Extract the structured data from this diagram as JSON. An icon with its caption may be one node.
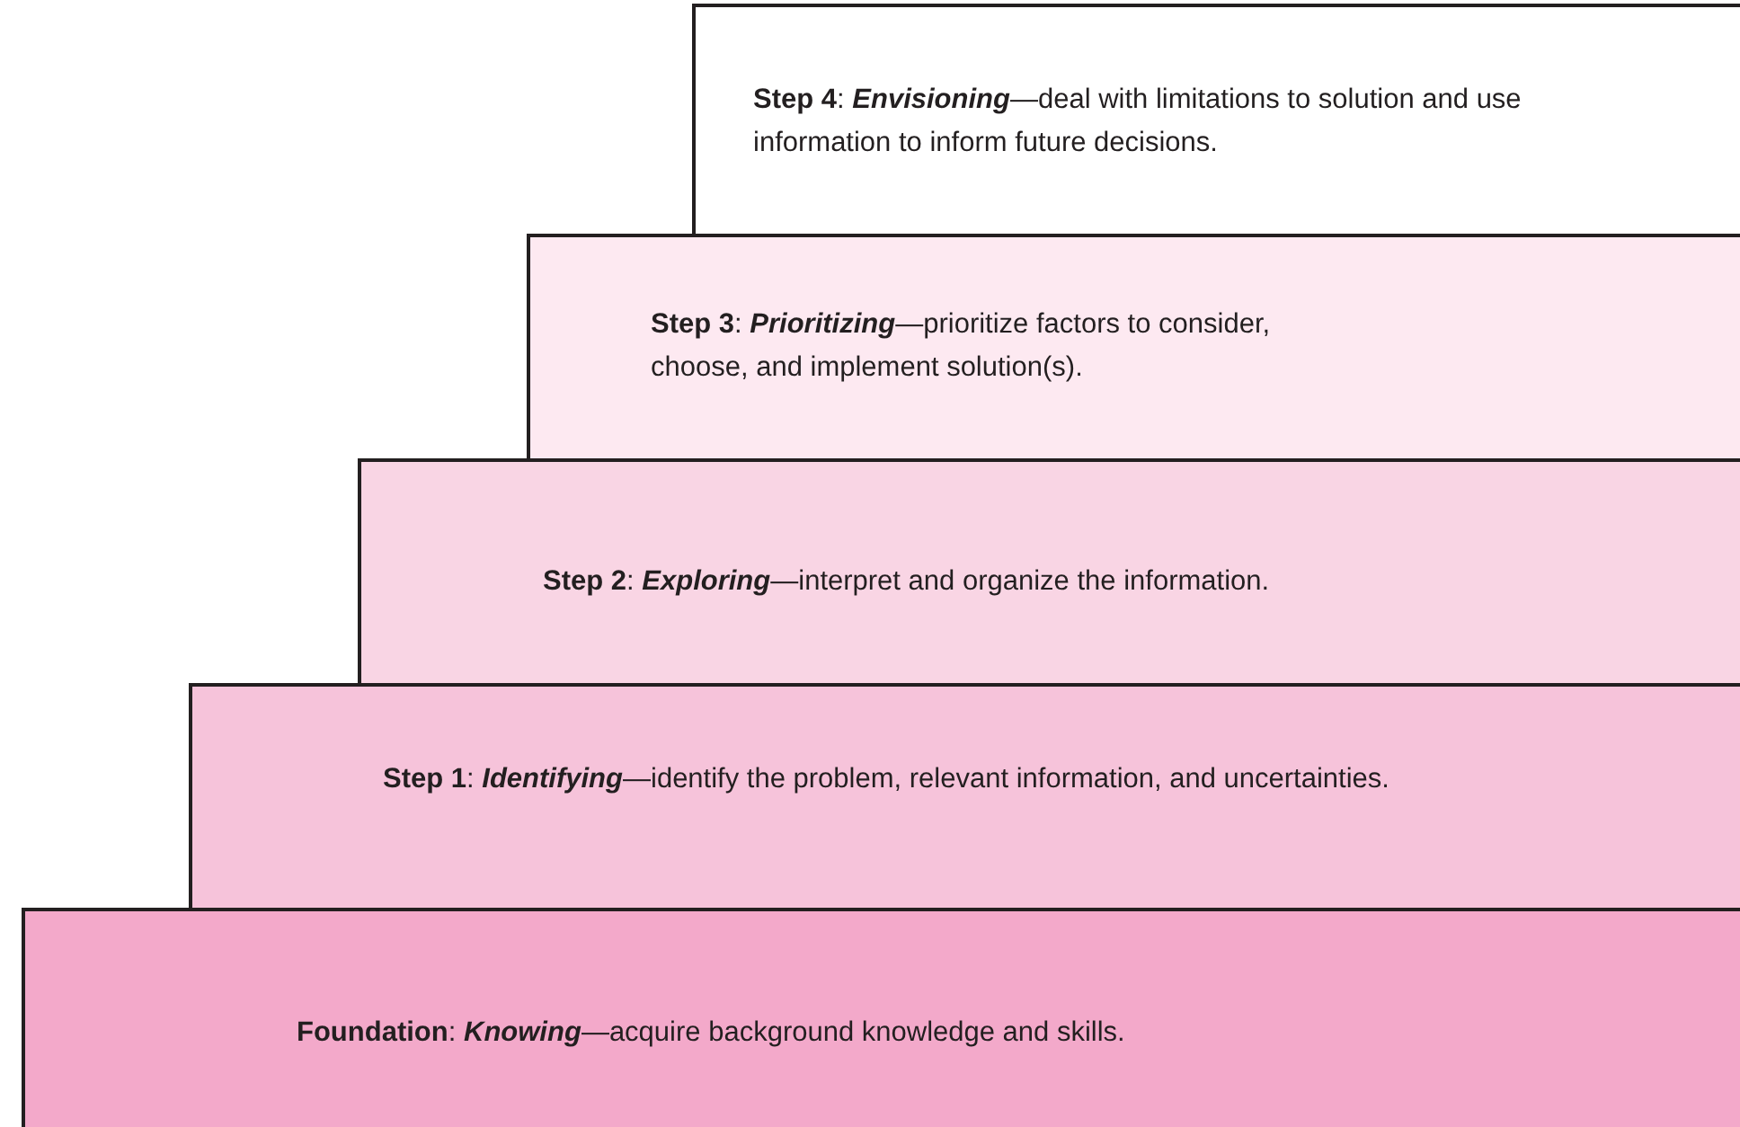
{
  "diagram": {
    "nodes": [
      {
        "text": [
          "**Step 4**: *Envisioning*—deal with limitations to solution and use information to inform future decisions."
        ]
      },
      {
        "text": [
          "**Step 3**: *Prioritizing*—prioritize factors to consider, choose, and implement solution(s)."
        ]
      },
      {
        "text": [
          "**Step 2**: *Exploring*—interpret and organize the information."
        ]
      },
      {
        "text": [
          "**Step 1**: *Identifying*—identify the problem, relevant information, and uncertainties."
        ]
      },
      {
        "text": [
          "**Foundation**: *Knowing*—acquire background knowledge and skills."
        ]
      }
    ]
  }
}
